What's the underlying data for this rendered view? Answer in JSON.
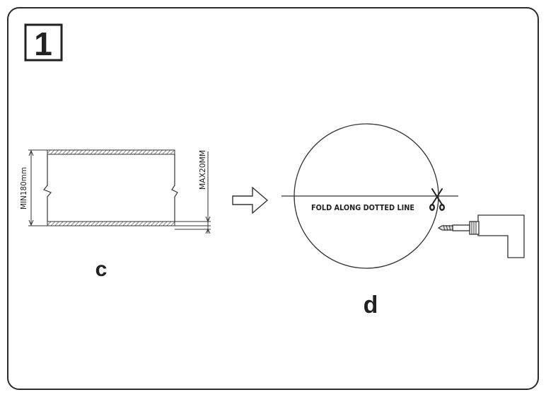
{
  "step": {
    "number": "1"
  },
  "panel_c": {
    "label": "c",
    "min_dimension": "MIN180mm",
    "max_dimension": "MAX20MM"
  },
  "panel_d": {
    "label": "d",
    "instruction": "FOLD ALONG DOTTED LINE"
  },
  "icons": {
    "arrow": "right-arrow-icon",
    "scissors": "scissors-icon",
    "drill": "drill-icon"
  },
  "colors": {
    "line": "#333333",
    "border": "#2b2b2b"
  }
}
